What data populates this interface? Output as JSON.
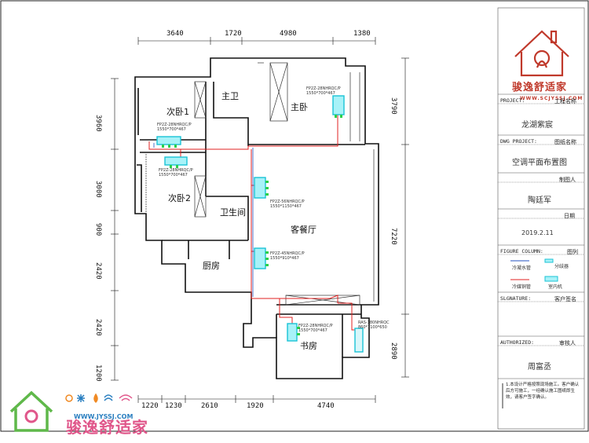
{
  "dimensions": {
    "top": [
      "3640",
      "1720",
      "4980",
      "1380"
    ],
    "bottom": [
      "1220",
      "1230",
      "2610",
      "1920",
      "4740"
    ],
    "left": [
      "3960",
      "3000",
      "900",
      "2420",
      "2420",
      "1200"
    ],
    "right": [
      "3790",
      "7220",
      "2890"
    ]
  },
  "rooms": {
    "bedroom2": "次卧1",
    "bedroom3": "次卧2",
    "master_bath": "主卫",
    "master_bed": "主卧",
    "bathroom": "卫生间",
    "living": "客餐厅",
    "kitchen": "厨房",
    "study": "书房"
  },
  "units": [
    {
      "model": "FP2Z-28NHRQC/P",
      "size": "1550*700*467"
    },
    {
      "model": "FP2Z-28NHRQC/P",
      "size": "1550*700*467"
    },
    {
      "model": "FP2Z-28NHRQC/P",
      "size": "1550*700*467"
    },
    {
      "model": "FP2Z-56NHRQC/P",
      "size": "1550*1150*467"
    },
    {
      "model": "FP2Z-45NHRQC/P",
      "size": "1550*910*467"
    },
    {
      "model": "FP2Z-28NHRQC/P",
      "size": "1550*700*467"
    },
    {
      "model": "RAS-180NHRQC",
      "size": "860*1100*650"
    }
  ],
  "title_block": {
    "project_label": "PROJECT:",
    "project_right": "工程名称",
    "project_value": "龙湖紫宸",
    "dwg_label": "DWG PROJECT:",
    "dwg_right": "图纸名称",
    "dwg_value": "空调平面布置图",
    "designer_label": "",
    "designer_right": "制图人",
    "designer_value": "陶廷军",
    "date_label": "",
    "date_right": "日期",
    "date_value": "2019.2.11",
    "figure_label": "FIGURE COLUMN:",
    "figure_right": "图列",
    "legend_water": "冷凝水管",
    "legend_branch": "分歧器",
    "legend_refrigerant": "冷媒铜管",
    "legend_indoor": "室内机",
    "signature_label": "SLGNATURE:",
    "signature_right": "客户签名",
    "authorized_label": "AUTHORIZED:",
    "authorized_right": "审核人",
    "authorized_value": "周富丞",
    "note": "1.本设计严格按照现场施工。客户确认后方可施工，一经确认施工图纸即生效，请客户签字确认。"
  },
  "logo": {
    "name": "骏逸舒适家",
    "url": "WWW.SCJYSSJ.COM"
  },
  "watermark": {
    "name": "骏逸舒适家",
    "url": "WWW.JYSSJ.COM"
  },
  "colors": {
    "refrigerant": "#e02020",
    "water": "#2050c0",
    "unit": "#19c3d6",
    "logo": "#c0392b"
  }
}
